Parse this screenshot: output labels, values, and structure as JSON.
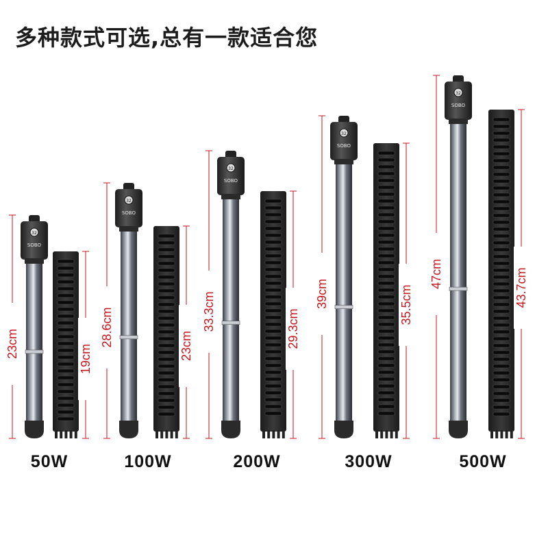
{
  "headline": "多种款式可选,总有一款适合您",
  "brand_text": "SOBO",
  "dial_number": "32",
  "colors": {
    "dimension": "#c8161d",
    "device": "#2b2b2b"
  },
  "products": [
    {
      "watt": "50W",
      "heater_length": "23cm",
      "guard_length": "19cm"
    },
    {
      "watt": "100W",
      "heater_length": "28.6cm",
      "guard_length": "23cm"
    },
    {
      "watt": "200W",
      "heater_length": "33.3cm",
      "guard_length": "29.3cm"
    },
    {
      "watt": "300W",
      "heater_length": "39cm",
      "guard_length": "35.5cm"
    },
    {
      "watt": "500W",
      "heater_length": "47cm",
      "guard_length": "43.7cm"
    }
  ]
}
